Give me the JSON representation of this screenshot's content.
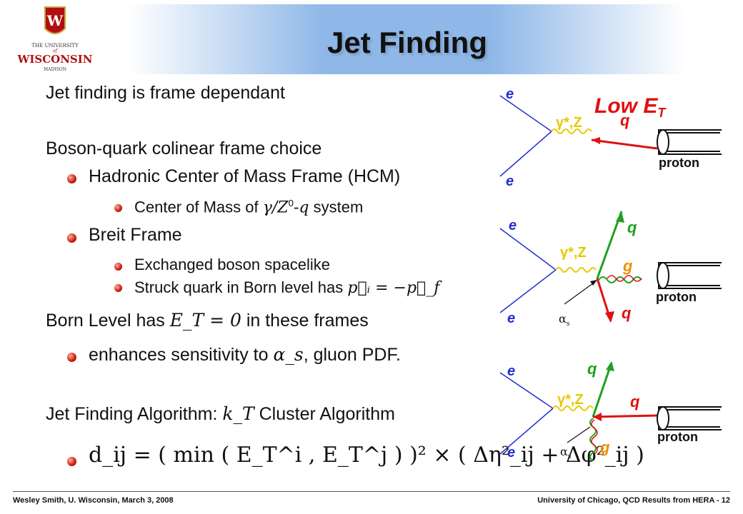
{
  "slide": {
    "title": "Jet Finding",
    "logo": {
      "line1": "THE UNIVERSITY",
      "line2": "of",
      "line3": "WISCONSIN",
      "line4": "MADISON",
      "icon": "crest-icon"
    },
    "text": {
      "frame_dep": "Jet finding is frame dependant",
      "boson_quark": "Boson-quark colinear frame choice",
      "hcm": "Hadronic Center of Mass Frame (HCM)",
      "com_pre": "Center of Mass of ",
      "com_math": "γ/Z",
      "com_sup": "0",
      "com_math2": "-q",
      "com_post": " system",
      "breit": "Breit Frame",
      "exchanged": "Exchanged boson spacelike",
      "struck_pre": "Struck quark in Born level has ",
      "struck_math": "p⃗ᵢ = −p⃗_f",
      "born_pre": "Born Level has ",
      "born_math": "E_T = 0",
      "born_post": " in these frames",
      "enh_pre": "enhances sensitivity to ",
      "enh_math": "α_s",
      "enh_post": ", gluon PDF.",
      "algo_pre": "Jet Finding Algorithm: ",
      "algo_math": "k_T",
      "algo_post": " Cluster Algorithm",
      "formula": "d_ij = ( min ( E_T^i , E_T^j ) )² × ( Δη²_ij + Δφ²_ij )"
    },
    "diagrams": {
      "d1": {
        "e_top": "e",
        "e_bottom": "e",
        "boson": "γ*,Z",
        "quark": "q",
        "proton": "proton",
        "label": "Low E",
        "label_sub": "T"
      },
      "d2": {
        "e_top": "e",
        "e_bottom": "e",
        "boson": "γ*,Z",
        "q_top": "q",
        "g": "g",
        "q_bottom": "q",
        "proton": "proton",
        "alpha": "α",
        "alpha_sub": "s"
      },
      "d3": {
        "e_top": "e",
        "e_bottom": "e",
        "boson": "γ*,Z",
        "q_top": "q",
        "q_right": "q",
        "g": "g",
        "proton": "proton",
        "alpha": "α",
        "alpha_sub": "s"
      }
    },
    "footer": {
      "left": "Wesley Smith, U. Wisconsin, March 3, 2008",
      "right": "University of Chicago, QCD Results from HERA -  12"
    },
    "colors": {
      "electron": "#2030d0",
      "boson": "#e8c800",
      "quark": "#e01010",
      "gluon": "#f09000",
      "green": "#20a020",
      "crest": "#b01010"
    }
  }
}
